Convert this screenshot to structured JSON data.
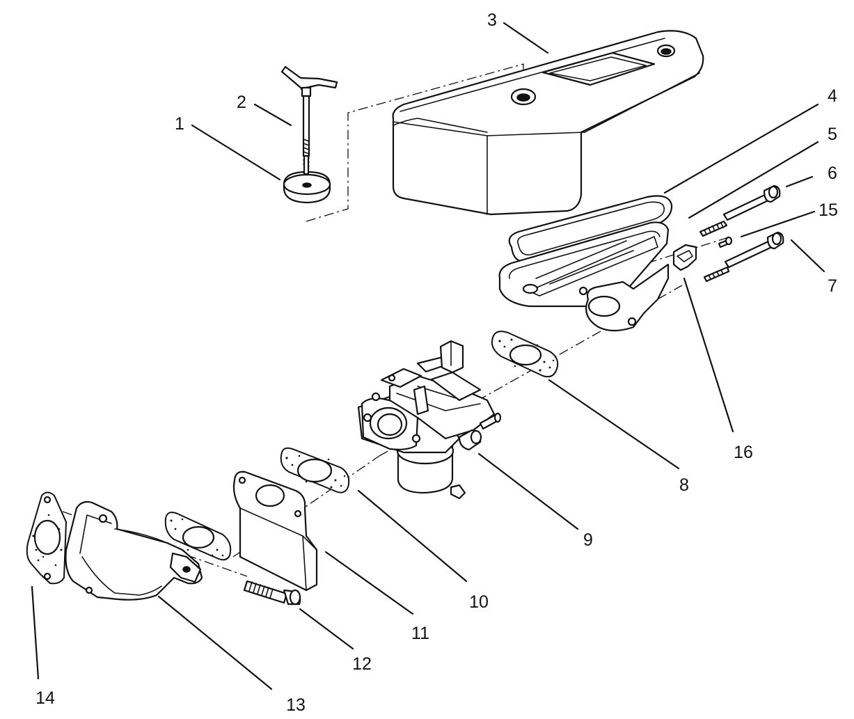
{
  "diagram": {
    "type": "exploded parts diagram",
    "callouts": [
      "1",
      "2",
      "3",
      "4",
      "5",
      "6",
      "7",
      "8",
      "9",
      "10",
      "11",
      "12",
      "13",
      "14",
      "15",
      "16"
    ]
  },
  "colors": {
    "ink": "#111111",
    "background": "#ffffff"
  }
}
